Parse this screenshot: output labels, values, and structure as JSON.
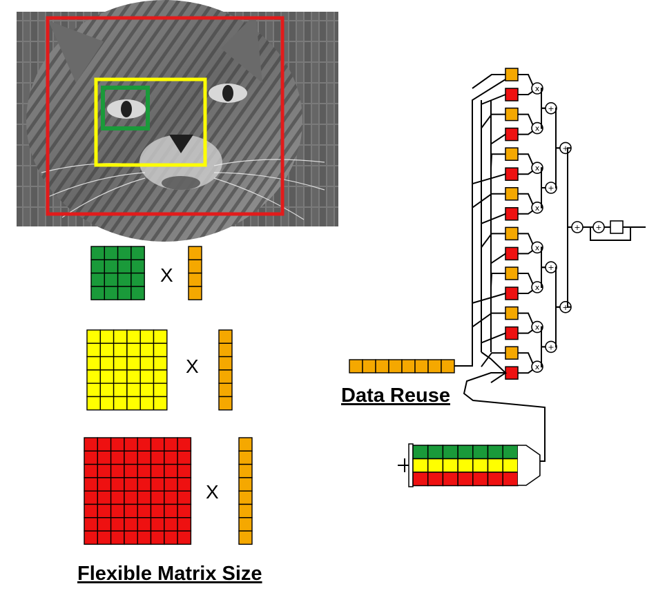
{
  "captions": {
    "data_reuse": "Data Reuse",
    "flexible_matrix": "Flexible Matrix Size"
  },
  "multiply_symbol": "X",
  "operator_glyphs": {
    "multiply": "x",
    "add": "+"
  },
  "photo": {
    "subject": "cat-face-grayscale",
    "regions": [
      "red-window",
      "yellow-window",
      "green-window"
    ]
  },
  "matrices": [
    {
      "name": "green",
      "rows": 4,
      "cols": 4,
      "vector_len": 4,
      "color": "#1a9a3a"
    },
    {
      "name": "yellow",
      "rows": 6,
      "cols": 6,
      "vector_len": 6,
      "color": "#ffff00"
    },
    {
      "name": "red",
      "rows": 8,
      "cols": 8,
      "vector_len": 8,
      "color": "#ee1111"
    }
  ],
  "colors": {
    "orange": "#f5a800",
    "red": "#ee1111",
    "yellow": "#ffff00",
    "green": "#1a9a3a",
    "line": "#000000"
  },
  "pipeline": {
    "input_vector_len": 8,
    "pe_pairs": 8,
    "buffer_rows": [
      "green",
      "yellow",
      "red"
    ],
    "buffer_cols": 7
  }
}
